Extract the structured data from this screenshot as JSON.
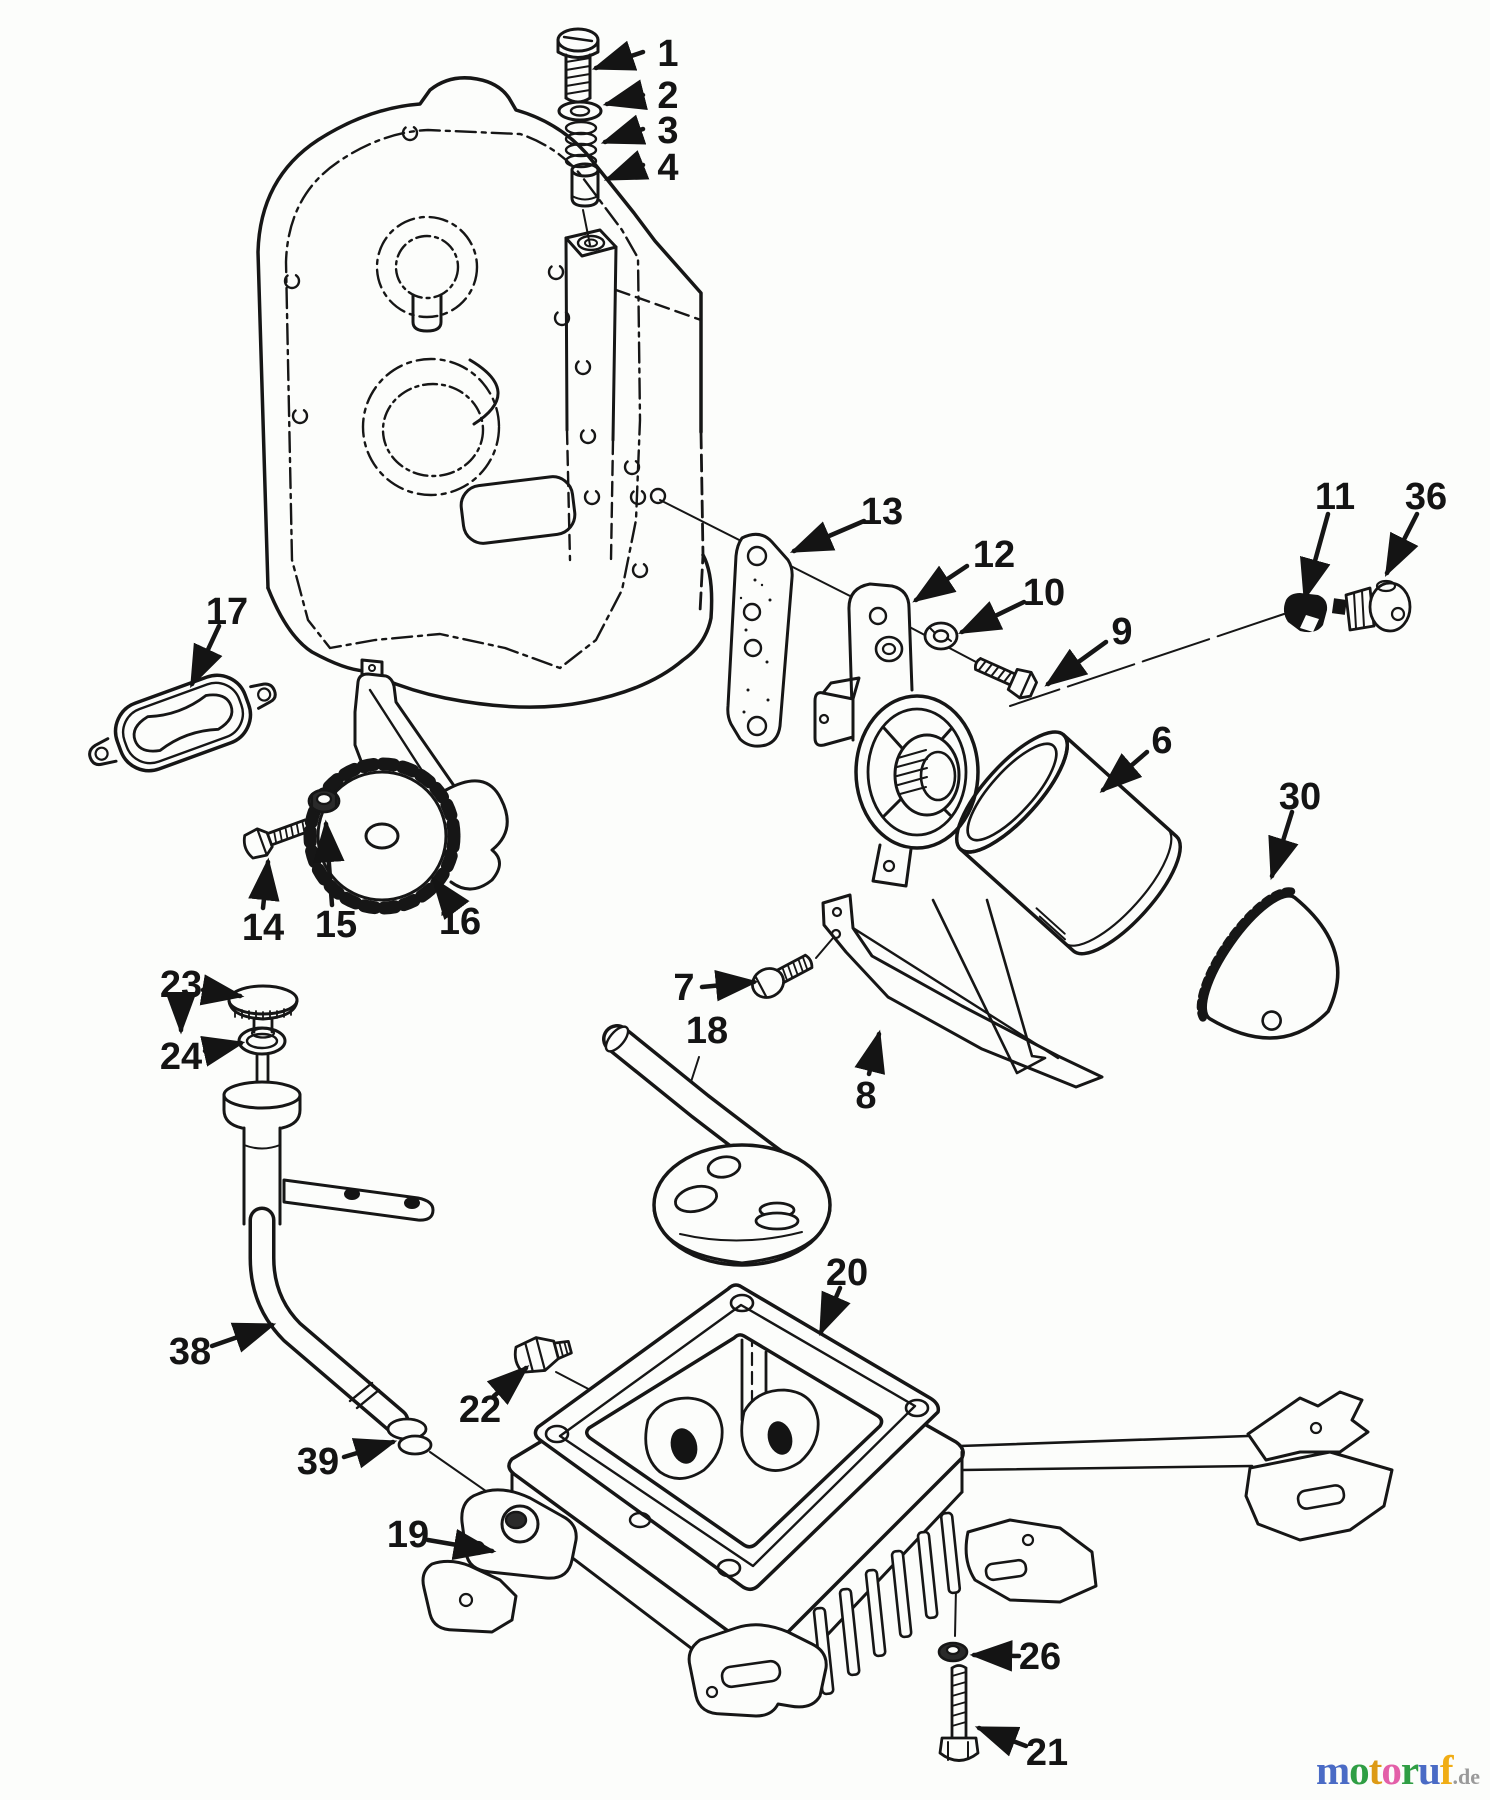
{
  "figure": {
    "callouts": [
      "1",
      "2",
      "3",
      "4",
      "6",
      "30",
      "11",
      "36",
      "9",
      "10",
      "12",
      "13",
      "17",
      "14",
      "15",
      "16",
      "7",
      "8",
      "18",
      "23",
      "24",
      "38",
      "39",
      "22",
      "20",
      "19",
      "26",
      "21"
    ]
  },
  "watermark": {
    "letters": [
      {
        "ch": "m",
        "color": "#4a6bc5"
      },
      {
        "ch": "o",
        "color": "#2f9e44"
      },
      {
        "ch": "t",
        "color": "#dd9a15"
      },
      {
        "ch": "o",
        "color": "#e35fa8"
      },
      {
        "ch": "r",
        "color": "#2f9e44"
      },
      {
        "ch": "u",
        "color": "#4a6bc5"
      },
      {
        "ch": "f",
        "color": "#f0ad15"
      }
    ],
    "suffix": ".de",
    "suffix_color": "#9a9a9a"
  }
}
